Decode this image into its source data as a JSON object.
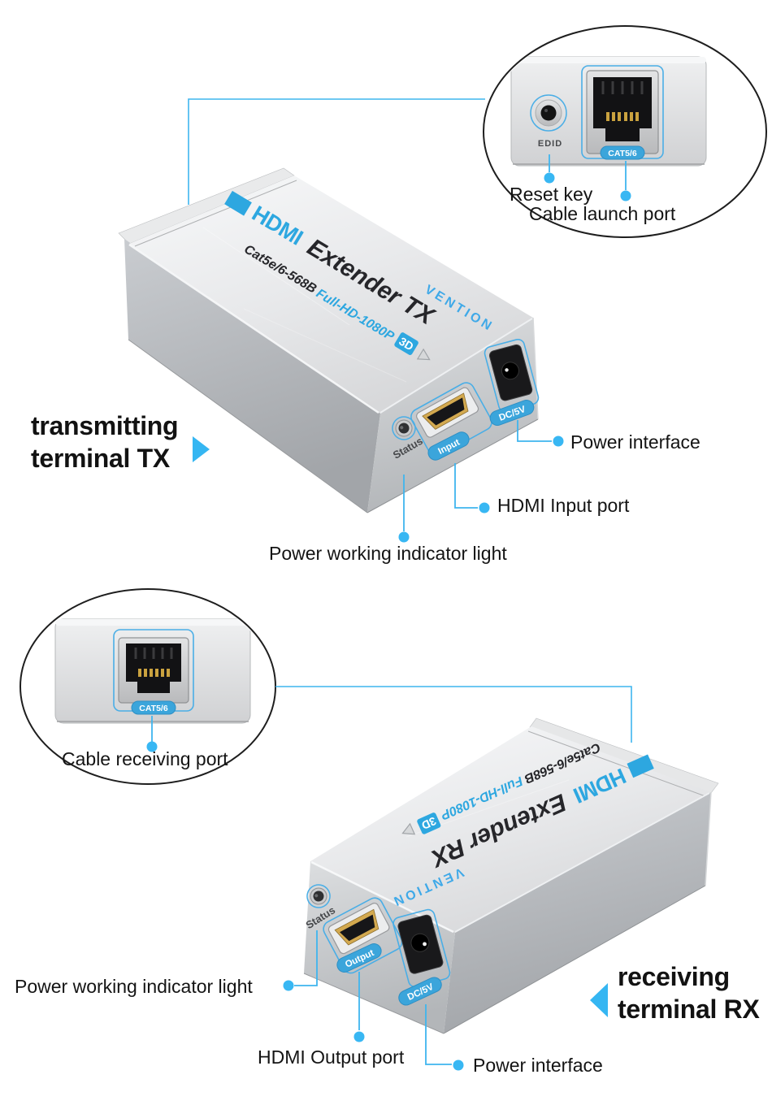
{
  "colors": {
    "accent_blue": "#2fa7e0",
    "callout_blue": "#3fb5ee",
    "dot_blue": "#38b7f3",
    "pill_blue": "#3ba5db"
  },
  "tx": {
    "heading_line1": "transmitting",
    "heading_line2": "terminal TX",
    "top": {
      "brand": "HDMI",
      "model": "Extender TX",
      "spec": "Cat5e/6-568B",
      "spec_hd": "Full-HD-1080P",
      "badge": "3D",
      "vendor": "VENTION"
    },
    "ports": {
      "status": "Status",
      "hdmi": "Input",
      "power": "DC/5V"
    },
    "callout_power": "Power interface",
    "callout_hdmi": "HDMI Input port",
    "callout_status": "Power working indicator light"
  },
  "rx": {
    "heading_line1": "receiving",
    "heading_line2": "terminal RX",
    "top": {
      "brand": "HDMI",
      "model": "Extender RX",
      "spec": "Cat5e/6-568B",
      "spec_hd": "Full-HD-1080P",
      "badge": "3D",
      "vendor": "VENTION"
    },
    "ports": {
      "status": "Status",
      "hdmi": "Output",
      "power": "DC/5V"
    },
    "callout_power": "Power interface",
    "callout_hdmi": "HDMI Output port",
    "callout_status": "Power working indicator light"
  },
  "tx_inset": {
    "button_label": "EDID",
    "port_label": "CAT5/6",
    "callout_button": "Reset key",
    "callout_port": "Cable launch port"
  },
  "rx_inset": {
    "port_label": "CAT5/6",
    "callout_port": "Cable receiving port"
  }
}
